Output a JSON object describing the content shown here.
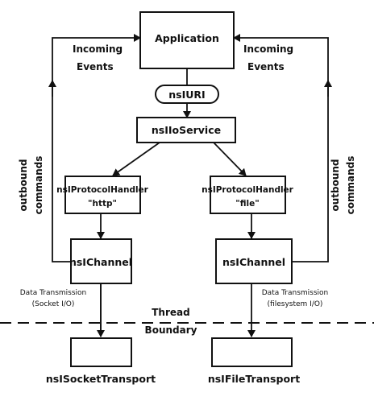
{
  "nodes": {
    "application": "Application",
    "nsiuri": "nsIURI",
    "nsioservice": "nsIIoService",
    "handler_http": {
      "line1": "nsIProtocolHandler",
      "line2": "\"http\""
    },
    "handler_file": {
      "line1": "nsIProtocolHandler",
      "line2": "\"file\""
    },
    "channel_left": "nsIChannel",
    "channel_right": "nsIChannel",
    "socket_transport": "nsISocketTransport",
    "file_transport": "nsIFileTransport"
  },
  "labels": {
    "incoming_left": {
      "line1": "Incoming",
      "line2": "Events"
    },
    "incoming_right": {
      "line1": "Incoming",
      "line2": "Events"
    },
    "outbound_left": {
      "line1": "outbound",
      "line2": "commands"
    },
    "outbound_right": {
      "line1": "outbound",
      "line2": "commands"
    },
    "data_left": {
      "line1": "Data Transmission",
      "line2": "(Socket I/O)"
    },
    "data_right": {
      "line1": "Data Transmission",
      "line2": "(filesystem I/O)"
    },
    "thread_boundary": {
      "line1": "Thread",
      "line2": "Boundary"
    }
  }
}
